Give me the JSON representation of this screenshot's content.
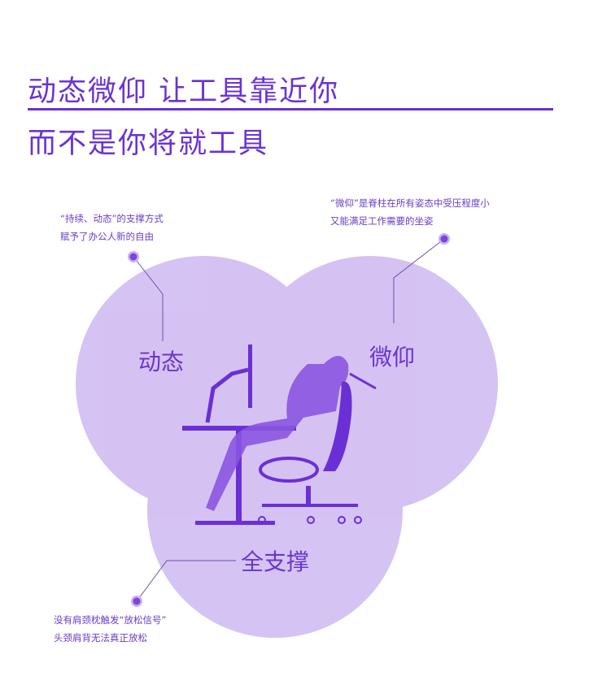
{
  "header": {
    "line1": "动态微仰  让工具靠近你",
    "line2": "而不是你将就工具"
  },
  "circles": [
    {
      "label": "动态",
      "note": [
        "“持续、动态”的支撑方式",
        "赋予了办公人新的自由"
      ]
    },
    {
      "label": "微仰",
      "note": [
        "“微仰”是脊柱在所有姿态中受压程度小",
        "又能满足工作需要的坐姿"
      ]
    },
    {
      "label": "全支撑",
      "note": [
        "没有肩颈枕触发“放松信号”",
        "头颈肩背无法真正放松"
      ]
    }
  ],
  "colors": {
    "accent": "#6a2fd8",
    "circle": "#c4a8ef",
    "figure": "#6b2fd6"
  }
}
